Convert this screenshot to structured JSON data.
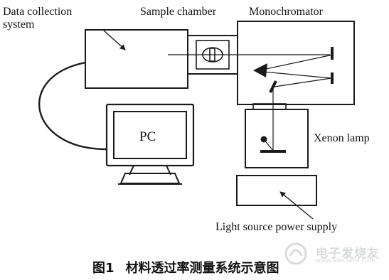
{
  "labels": {
    "data_collection_line1": "Data collection",
    "data_collection_line2": "system",
    "sample_chamber": "Sample chamber",
    "monochromator": "Monochromator",
    "pc": "PC",
    "xenon_lamp": "Xenon lamp",
    "light_source_power_supply": "Light source power supply"
  },
  "caption": {
    "figure_number": "图1",
    "title": "材料透过率测量系统示意图"
  },
  "watermark": {
    "text": "电子发烧友",
    "subtext": "www.elecfans.com"
  },
  "colors": {
    "line": "#1a1a1a",
    "background": "#ffffff",
    "watermark": "#b9bcc2"
  }
}
